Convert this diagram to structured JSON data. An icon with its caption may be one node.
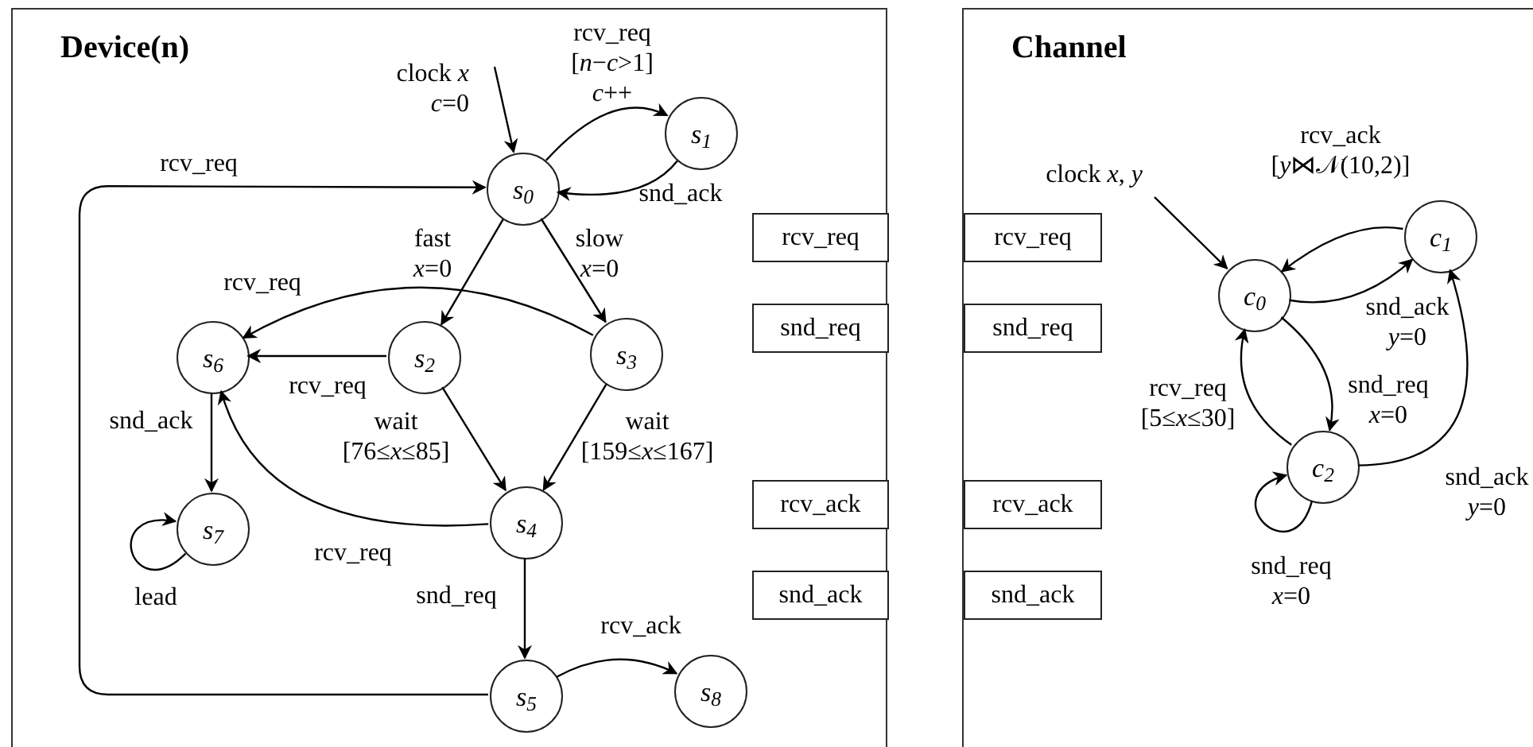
{
  "diagram": {
    "nodes": [
      {
        "text": [
          "Device(n)"
        ]
      },
      {
        "text": [
          "s$_{0}$"
        ],
        "in": 0
      },
      {
        "text": [
          "s$_{1}$"
        ],
        "in": 0
      },
      {
        "text": [
          "s$_{2}$"
        ],
        "in": 0
      },
      {
        "text": [
          "s$_{3}$"
        ],
        "in": 0
      },
      {
        "text": [
          "s$_{6}$"
        ],
        "in": 0
      },
      {
        "text": [
          "s$_{7}$"
        ],
        "in": 0
      },
      {
        "text": [
          "s$_{4}$"
        ],
        "in": 0
      },
      {
        "text": [
          "s$_{5}$"
        ],
        "in": 0
      },
      {
        "text": [
          "s$_{8}$"
        ],
        "in": 0
      },
      {
        "text": [
          "rcv_req"
        ],
        "in": 0
      },
      {
        "text": [
          "snd_req"
        ],
        "in": 0
      },
      {
        "text": [
          "rcv_ack"
        ],
        "in": 0
      },
      {
        "text": [
          "snd_ack"
        ],
        "in": 0
      },
      {
        "text": [
          "Channel"
        ]
      },
      {
        "text": [
          "rcv_req"
        ],
        "in": 14
      },
      {
        "text": [
          "snd_req"
        ],
        "in": 14
      },
      {
        "text": [
          "rcv_ack"
        ],
        "in": 14
      },
      {
        "text": [
          "snd_ack"
        ],
        "in": 14
      },
      {
        "text": [
          "c$_{0}$"
        ],
        "in": 14
      },
      {
        "text": [
          "c$_{1}$"
        ],
        "in": 14
      },
      {
        "text": [
          "c$_{2}$"
        ],
        "in": 14
      }
    ],
    "edges": [
      {
        "from": null,
        "to": 1,
        "arrow": "to",
        "label": "clock *x* *c*=0"
      },
      {
        "from": 1,
        "to": 2,
        "arrow": "to",
        "label": "rcv_req [*n*−*c*>1] *c*++"
      },
      {
        "from": 2,
        "to": 1,
        "arrow": "to",
        "label": "snd_ack"
      },
      {
        "from": 8,
        "to": 1,
        "arrow": "to",
        "label": "rcv_req"
      },
      {
        "from": 1,
        "to": 3,
        "arrow": "to",
        "label": "fast *x*=0"
      },
      {
        "from": 1,
        "to": 4,
        "arrow": "to",
        "label": "slow *x*=0"
      },
      {
        "from": 4,
        "to": 5,
        "arrow": "to",
        "label": "rcv_req"
      },
      {
        "from": 3,
        "to": 5,
        "arrow": "to",
        "label": "rcv_req"
      },
      {
        "from": 3,
        "to": 7,
        "arrow": "to",
        "label": "wait [76≤*x*≤85]"
      },
      {
        "from": 4,
        "to": 7,
        "arrow": "to",
        "label": "wait [159≤*x*≤167]"
      },
      {
        "from": 7,
        "to": 5,
        "arrow": "to",
        "label": "rcv_req"
      },
      {
        "from": 5,
        "to": 6,
        "arrow": "to",
        "label": "snd_ack"
      },
      {
        "from": 6,
        "to": 6,
        "arrow": "to",
        "label": "lead"
      },
      {
        "from": 7,
        "to": 8,
        "arrow": "to",
        "label": "snd_req"
      },
      {
        "from": 8,
        "to": 9,
        "arrow": "to",
        "label": "rcv_ack"
      },
      {
        "from": null,
        "to": 19,
        "arrow": "to",
        "label": "clock *x*, *y*"
      },
      {
        "from": 20,
        "to": 19,
        "arrow": "to",
        "label": "rcv_ack [*y*⋈𝒩(10,2)]"
      },
      {
        "from": 19,
        "to": 20,
        "arrow": "to",
        "label": "snd_ack *y*=0"
      },
      {
        "from": 21,
        "to": 19,
        "arrow": "to",
        "label": "rcv_req [5≤*x*≤30]"
      },
      {
        "from": 19,
        "to": 21,
        "arrow": "to",
        "label": "snd_req *x*=0"
      },
      {
        "from": 21,
        "to": 20,
        "arrow": "to",
        "label": "snd_ack *y*=0"
      },
      {
        "from": 21,
        "to": 21,
        "arrow": "to",
        "label": "snd_req *x*=0"
      }
    ]
  }
}
